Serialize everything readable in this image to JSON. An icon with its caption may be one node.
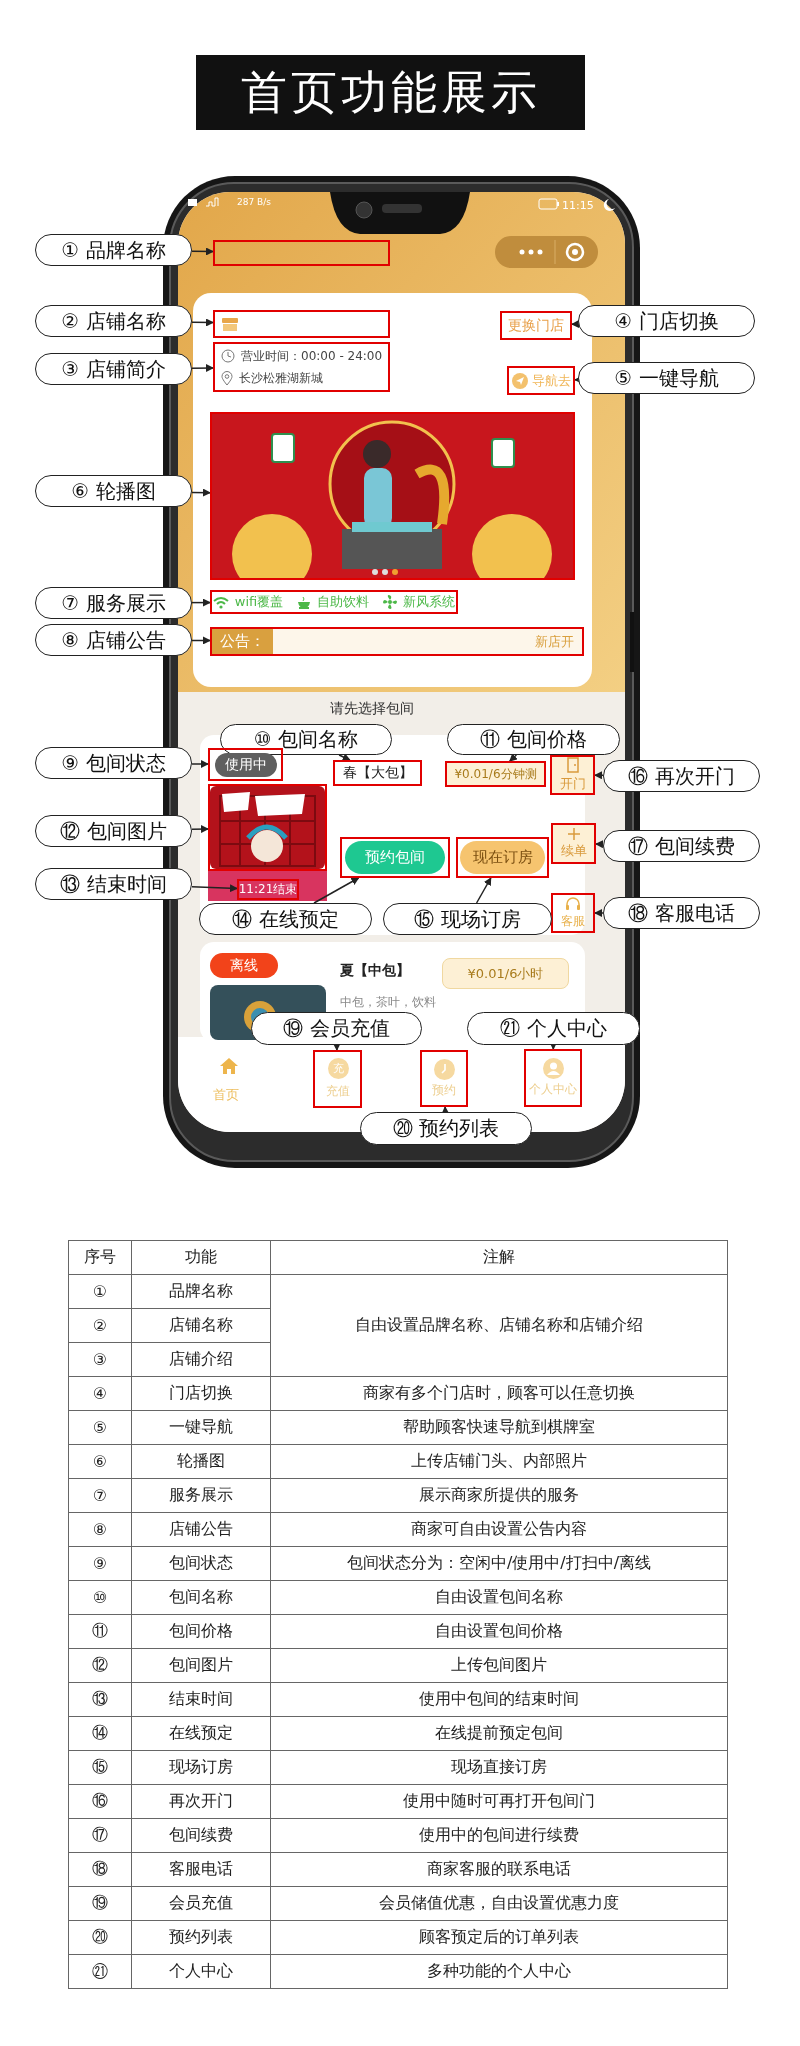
{
  "diagram": {
    "title": "首页功能展示",
    "nodes": [
      {
        "text": [
          "① 品牌名称"
        ]
      },
      {
        "text": [],
        "shape": "box"
      },
      {
        "text": [
          "② 店铺名称"
        ]
      },
      {
        "text": [],
        "shape": "box"
      },
      {
        "text": [
          "更换门店"
        ]
      },
      {
        "text": [
          "④ 门店切换"
        ]
      },
      {
        "text": [
          "③ 店铺简介"
        ]
      },
      {
        "text": [
          "营业时间：00:00 - 24:00",
          "长沙松雅湖新城"
        ]
      },
      {
        "text": [
          "导航去"
        ]
      },
      {
        "text": [
          "⑤ 一键导航"
        ]
      },
      {
        "text": [
          "⑥ 轮播图"
        ]
      },
      {
        "text": [],
        "shape": "picture"
      },
      {
        "text": [
          "⑦ 服务展示"
        ]
      },
      {
        "text": [
          "wifi覆盖",
          "自助饮料",
          "新风系统"
        ]
      },
      {
        "text": [
          "⑧ 店铺公告"
        ]
      },
      {
        "text": [
          "公告：",
          "新店开"
        ]
      },
      {
        "text": [
          "⑩ 包间名称"
        ]
      },
      {
        "text": [
          "⑪ 包间价格"
        ]
      },
      {
        "text": [
          "⑨ 包间状态"
        ]
      },
      {
        "text": [
          "使用中"
        ]
      },
      {
        "text": [
          "春【大包】"
        ]
      },
      {
        "text": [
          "¥0.01/6分钟测"
        ]
      },
      {
        "text": [
          "开门"
        ]
      },
      {
        "text": [
          "⑯ 再次开门"
        ]
      },
      {
        "text": [
          "⑫ 包间图片"
        ]
      },
      {
        "text": [],
        "shape": "picture"
      },
      {
        "text": [
          "预约包间"
        ]
      },
      {
        "text": [
          "现在订房"
        ]
      },
      {
        "text": [
          "续单"
        ]
      },
      {
        "text": [
          "⑰ 包间续费"
        ]
      },
      {
        "text": [
          "⑬ 结束时间"
        ]
      },
      {
        "text": [
          "11:21结束"
        ]
      },
      {
        "text": [
          "客服"
        ]
      },
      {
        "text": [
          "⑱ 客服电话"
        ]
      },
      {
        "text": [
          "⑭ 在线预定"
        ]
      },
      {
        "text": [
          "⑮ 现场订房"
        ]
      },
      {
        "text": [
          "⑲ 会员充值"
        ]
      },
      {
        "text": [
          "㉑ 个人中心"
        ]
      },
      {
        "text": [
          "充值"
        ]
      },
      {
        "text": [
          "预约"
        ]
      },
      {
        "text": [
          "个人中心"
        ]
      },
      {
        "text": [
          "⑳ 预约列表"
        ]
      }
    ],
    "edges": [
      {
        "from": 0,
        "to": 1,
        "arrow": "to"
      },
      {
        "from": 2,
        "to": 3,
        "arrow": "to"
      },
      {
        "from": 5,
        "to": 4,
        "arrow": "to"
      },
      {
        "from": 6,
        "to": 7,
        "arrow": "to"
      },
      {
        "from": 9,
        "to": 8,
        "arrow": "to"
      },
      {
        "from": 10,
        "to": 11,
        "arrow": "to"
      },
      {
        "from": 12,
        "to": 13,
        "arrow": "to"
      },
      {
        "from": 14,
        "to": 15,
        "arrow": "to"
      },
      {
        "from": 16,
        "to": 20,
        "arrow": "to"
      },
      {
        "from": 17,
        "to": 21,
        "arrow": "to"
      },
      {
        "from": 18,
        "to": 19,
        "arrow": "to"
      },
      {
        "from": 23,
        "to": 22,
        "arrow": "to"
      },
      {
        "from": 24,
        "to": 25,
        "arrow": "to"
      },
      {
        "from": 29,
        "to": 28,
        "arrow": "to"
      },
      {
        "from": 30,
        "to": 31,
        "arrow": "to"
      },
      {
        "from": 33,
        "to": 32,
        "arrow": "to"
      },
      {
        "from": 34,
        "to": 26,
        "arrow": "to"
      },
      {
        "from": 35,
        "to": 27,
        "arrow": "to"
      },
      {
        "from": 36,
        "to": 38,
        "arrow": "to"
      },
      {
        "from": 37,
        "to": 40,
        "arrow": "to"
      },
      {
        "from": 41,
        "to": 39,
        "arrow": "to"
      }
    ],
    "labels": [
      "287 B/s",
      "11:15",
      "请先选择包间",
      "离线",
      "夏【中包】",
      "¥0.01/6小时",
      "中包，茶叶，饮料",
      "充",
      "首页",
      "序号",
      "功能",
      "注解",
      "①",
      "品牌名称",
      "②",
      "店铺名称",
      "自由设置品牌名称、店铺名称和店铺介绍",
      "③",
      "店铺介绍",
      "④",
      "门店切换",
      "商家有多个门店时，顾客可以任意切换",
      "⑤",
      "一键导航",
      "帮助顾客快速导航到棋牌室",
      "⑥",
      "轮播图",
      "上传店铺门头、内部照片",
      "⑦",
      "服务展示",
      "展示商家所提供的服务",
      "⑧",
      "店铺公告",
      "商家可自由设置公告内容",
      "⑨",
      "包间状态",
      "包间状态分为：空闲中/使用中/打扫中/离线",
      "⑩",
      "包间名称",
      "自由设置包间名称",
      "⑪",
      "包间价格",
      "自由设置包间价格",
      "⑫",
      "包间图片",
      "上传包间图片",
      "⑬",
      "结束时间",
      "使用中包间的结束时间",
      "⑭",
      "在线预定",
      "在线提前预定包间",
      "⑮",
      "现场订房",
      "现场直接订房",
      "⑯",
      "再次开门",
      "使用中随时可再打开包间门",
      "⑰",
      "包间续费",
      "使用中的包间进行续费",
      "⑱",
      "客服电话",
      "商家客服的联系电话",
      "⑲",
      "会员充值",
      "会员储值优惠，自由设置优惠力度",
      "⑳",
      "预约列表",
      "顾客预定后的订单列表",
      "㉑",
      "个人中心",
      "多种功能的个人中心"
    ]
  }
}
